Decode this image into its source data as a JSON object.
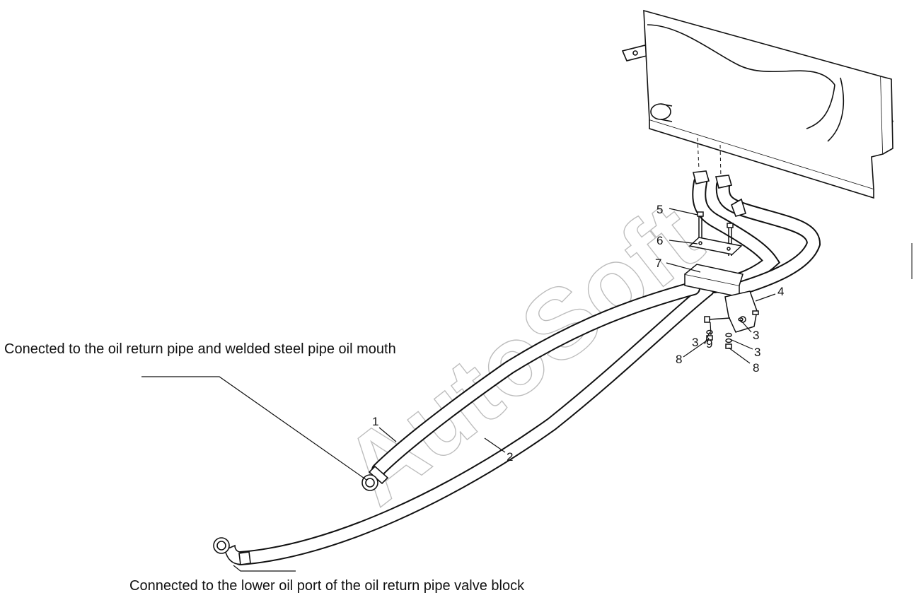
{
  "notes": {
    "upper": "Conected to the oil return pipe and welded steel pipe oil mouth",
    "lower": "Connected to the lower oil port of the oil return pipe valve block"
  },
  "watermark": "AutoSoft",
  "callouts": {
    "c1": "1",
    "c2": "2",
    "c3a": "3",
    "c3b": "3",
    "c3c": "3",
    "c4": "4",
    "c5": "5",
    "c6": "6",
    "c7": "7",
    "c8a": "8",
    "c8b": "8",
    "c9": "9"
  }
}
